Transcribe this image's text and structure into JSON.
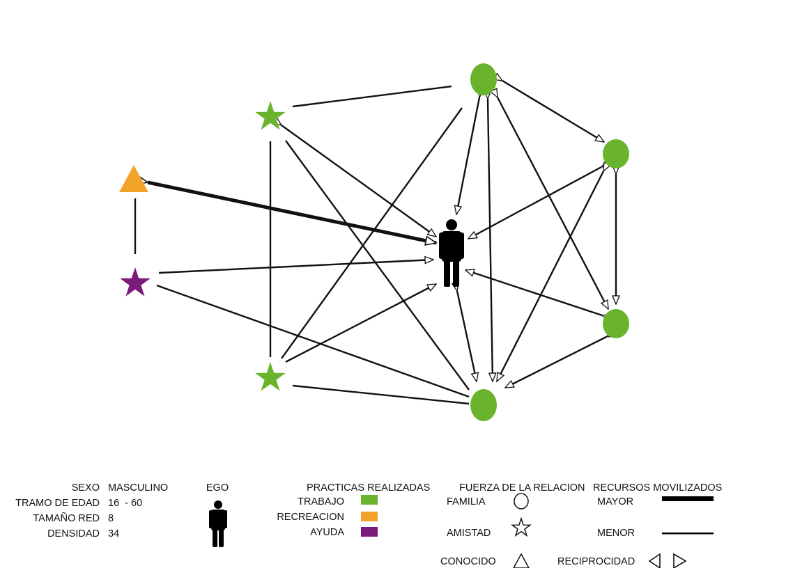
{
  "colors": {
    "trabajo": "#6ab42d",
    "recreacion": "#f3a22a",
    "ayuda": "#7a1b7c",
    "stroke": "#111111"
  },
  "legend": {
    "info": {
      "sexo_label": "SEXO",
      "sexo_value": "MASCULINO",
      "edad_label": "TRAMO DE EDAD",
      "edad_value": "16  - 60",
      "tamano_label": "TAMAÑO RED",
      "tamano_value": "8",
      "densidad_label": "DENSIDAD",
      "densidad_value": "34"
    },
    "ego": {
      "label": "EGO",
      "icon": "person-icon"
    },
    "practicas": {
      "title": "PRACTICAS REALIZADAS",
      "items": [
        {
          "label": "TRABAJO",
          "color": "#6ab42d"
        },
        {
          "label": "RECREACION",
          "color": "#f3a22a"
        },
        {
          "label": "AYUDA",
          "color": "#7a1b7c"
        }
      ]
    },
    "fuerza": {
      "title": "FUERZA DE LA RELACION",
      "items": [
        {
          "label": "FAMILIA",
          "icon": "circle-outline-icon"
        },
        {
          "label": "AMISTAD",
          "icon": "star-outline-icon"
        },
        {
          "label": "CONOCIDO",
          "icon": "triangle-outline-icon"
        }
      ]
    },
    "recursos": {
      "title": "RECURSOS MOVILIZADOS",
      "mayor": "MAYOR",
      "menor": "MENOR",
      "reciprocidad": "RECIPROCIDAD"
    }
  }
}
